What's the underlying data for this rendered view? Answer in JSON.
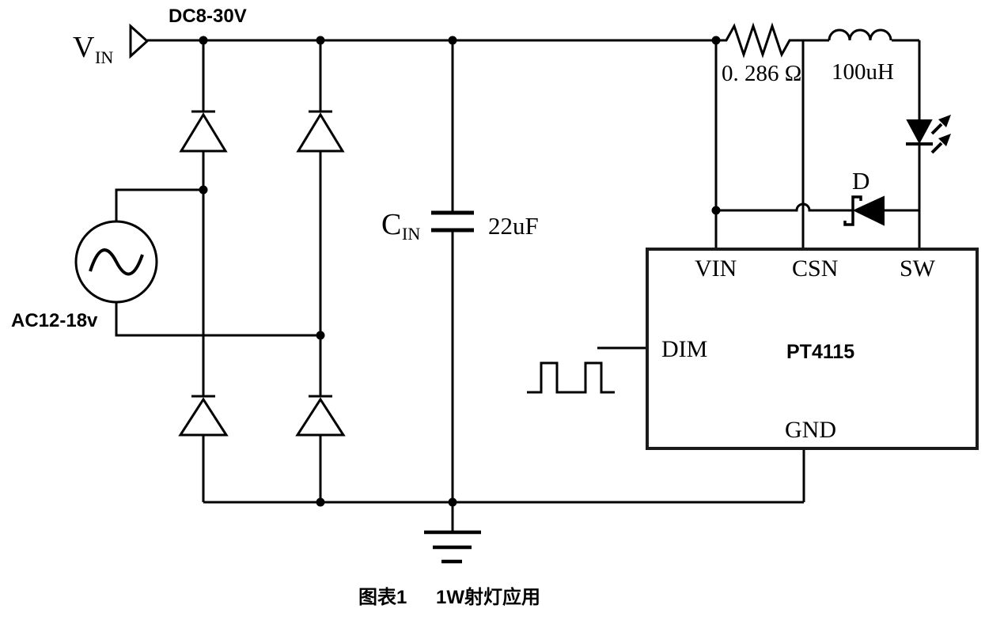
{
  "input": {
    "terminal_label_main": "V",
    "terminal_label_sub": "IN",
    "dc_voltage_range": "DC8-30V",
    "ac_voltage_range": "AC12-18v"
  },
  "components": {
    "input_capacitor": {
      "name_main": "C",
      "name_sub": "IN",
      "value": "22uF"
    },
    "sense_resistor": {
      "value": "0. 286 Ω"
    },
    "inductor": {
      "value": "100uH"
    },
    "freewheel_diode": {
      "label": "D"
    }
  },
  "ic": {
    "part_number": "PT4115",
    "pins": {
      "vin": "VIN",
      "csn": "CSN",
      "sw": "SW",
      "dim": "DIM",
      "gnd": "GND"
    }
  },
  "caption": {
    "index": "图表1",
    "title": "1W射灯应用"
  },
  "colors": {
    "line": "#000000",
    "background": "#ffffff"
  }
}
